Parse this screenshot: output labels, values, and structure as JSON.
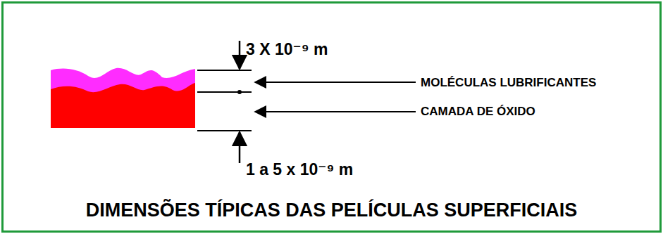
{
  "diagram": {
    "title": "DIMENSÕES TÍPICAS DAS PELÍCULAS SUPERFICIAIS",
    "labels": [
      "3 X 10⁻⁹ m",
      "MOLÉCULAS LUBRIFICANTES",
      "CAMADA DE ÓXIDO",
      "1 a 5 x 10⁻⁹ m"
    ]
  }
}
